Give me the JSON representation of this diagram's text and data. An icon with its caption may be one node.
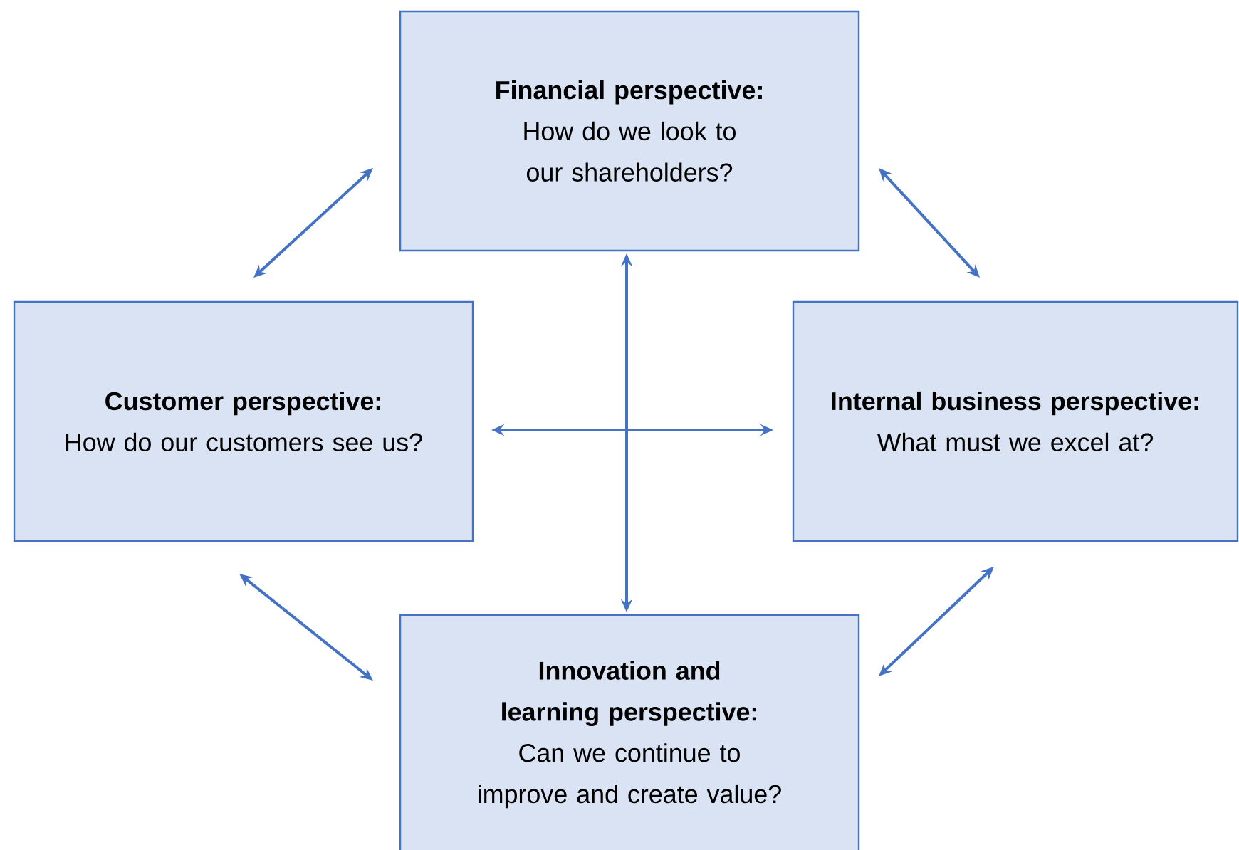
{
  "diagram": {
    "nodes": [
      {
        "text": [
          "Financial perspective:",
          "How do we look to our shareholders?"
        ]
      },
      {
        "text": [
          "Customer perspective:",
          "How do our customers see us?"
        ]
      },
      {
        "text": [
          "Internal business perspective:",
          "What must we excel at?"
        ]
      },
      {
        "text": [
          "Innovation and learning perspective:",
          "Can we continue to improve and create value?"
        ]
      }
    ],
    "edges": [
      {
        "from": 1,
        "to": 0,
        "arrow": "both"
      },
      {
        "from": 0,
        "to": 2,
        "arrow": "both"
      },
      {
        "from": 1,
        "to": 3,
        "arrow": "both"
      },
      {
        "from": 3,
        "to": 2,
        "arrow": "both"
      },
      {
        "from": 0,
        "to": 3,
        "arrow": "both"
      },
      {
        "from": 1,
        "to": 2,
        "arrow": "both"
      }
    ]
  }
}
